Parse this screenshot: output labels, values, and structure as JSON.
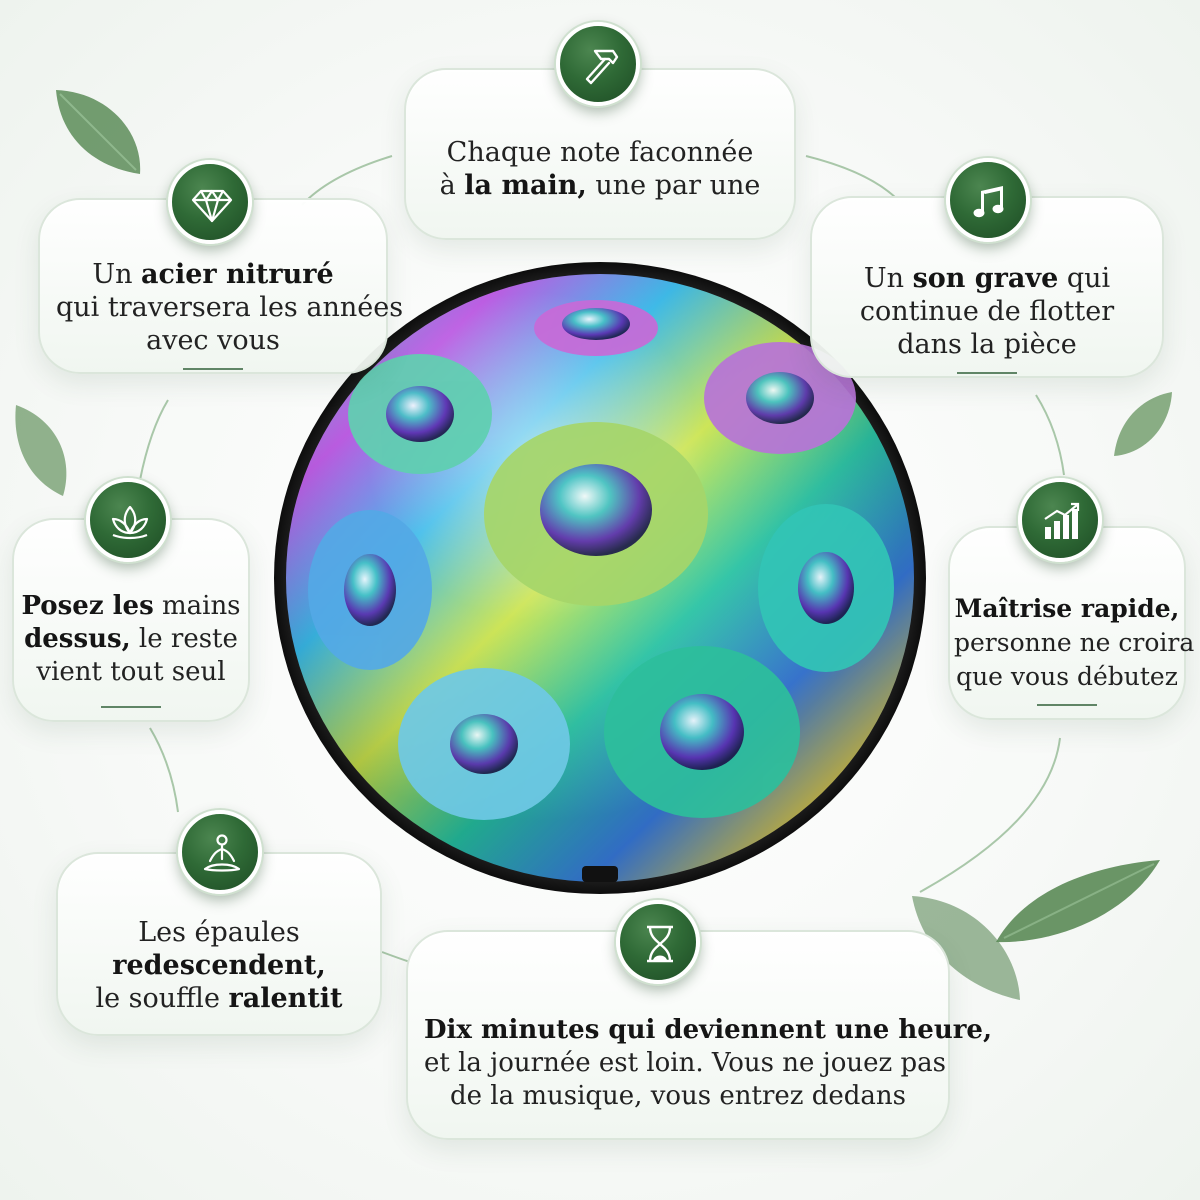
{
  "cards": {
    "craft": {
      "icon": "hammer-icon",
      "lines": [
        [
          {
            "t": "Chaque ",
            "b": false
          },
          {
            "t": "note faconnée",
            "b": false
          }
        ],
        [
          {
            "t": "à ",
            "b": false
          },
          {
            "t": "la main,",
            "b": true
          },
          {
            "t": " une par une",
            "b": false
          }
        ]
      ]
    },
    "steel": {
      "icon": "diamond-icon",
      "lines": [
        [
          {
            "t": "Un ",
            "b": false
          },
          {
            "t": "acier nitruré",
            "b": true
          }
        ],
        [
          {
            "t": "qui traversera les années",
            "b": false
          }
        ],
        [
          {
            "t": "avec vous",
            "b": false
          }
        ]
      ]
    },
    "sound": {
      "icon": "music-note-icon",
      "lines": [
        [
          {
            "t": "Un ",
            "b": false
          },
          {
            "t": "son grave",
            "b": true
          },
          {
            "t": " qui",
            "b": false
          }
        ],
        [
          {
            "t": "continue de flotter",
            "b": false
          }
        ],
        [
          {
            "t": "dans la pièce",
            "b": false
          }
        ]
      ]
    },
    "hands": {
      "icon": "lotus-icon",
      "lines": [
        [
          {
            "t": "Posez les",
            "b": true
          },
          {
            "t": " mains",
            "b": false
          }
        ],
        [
          {
            "t": "dessus,",
            "b": true
          },
          {
            "t": " le reste",
            "b": false
          }
        ],
        [
          {
            "t": "vient tout seul",
            "b": false
          }
        ]
      ]
    },
    "mastery": {
      "icon": "growth-chart-icon",
      "lines": [
        [
          {
            "t": "Maîtrise rapide,",
            "b": true
          }
        ],
        [
          {
            "t": "personne ne croira",
            "b": false
          }
        ],
        [
          {
            "t": "que vous débutez",
            "b": false
          }
        ]
      ]
    },
    "calm": {
      "icon": "meditation-icon",
      "lines": [
        [
          {
            "t": "Les épaules",
            "b": false
          }
        ],
        [
          {
            "t": "redescendent,",
            "b": true
          }
        ],
        [
          {
            "t": "le souffle ",
            "b": false
          },
          {
            "t": "ralentit",
            "b": true
          }
        ]
      ]
    },
    "time": {
      "icon": "hourglass-icon",
      "lines": [
        [
          {
            "t": "Dix minutes qui deviennent une heure,",
            "b": true
          }
        ],
        [
          {
            "t": "et la journée est loin. Vous ne jouez pas",
            "b": false
          }
        ],
        [
          {
            "t": "de la musique, vous entrez dedans",
            "b": false
          }
        ]
      ]
    }
  },
  "colors": {
    "badge_green": "#2f6a36",
    "leaf_green": "#5f8f5a",
    "connector": "#9fbf9f"
  }
}
